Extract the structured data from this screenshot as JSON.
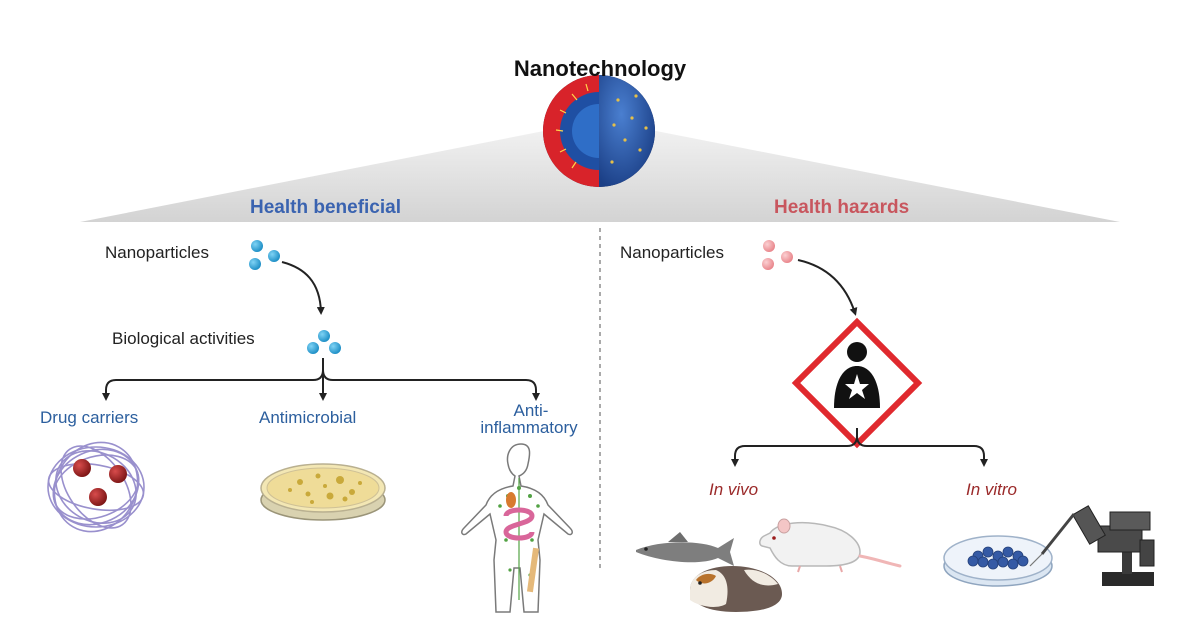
{
  "title": "Nanotechnology",
  "left_section": {
    "heading": "Health beneficial",
    "nanoparticles_label": "Nanoparticles",
    "activities_label": "Biological activities",
    "branches": [
      "Drug carriers",
      "Antimicrobial",
      "Anti-",
      "inflammatory"
    ]
  },
  "right_section": {
    "heading": "Health hazards",
    "nanoparticles_label": "Nanoparticles",
    "branches": [
      "In vivo",
      "In vitro"
    ]
  },
  "colors": {
    "beneficial": "#3a63b0",
    "hazard": "#c8565e",
    "particle_blue": "#2aa3d8",
    "particle_pink": "#f2a0a4",
    "hazard_red": "#e0292e",
    "branch_blue": "#2c5f9e",
    "branch_red": "#9b2a2a"
  },
  "icons": [
    "nanoparticle-sphere-icon",
    "drug-carrier-icon",
    "petri-dish-icon",
    "human-body-icon",
    "health-hazard-pictogram-icon",
    "fish-icon",
    "rat-icon",
    "guinea-pig-icon",
    "cell-culture-dish-icon",
    "micromanipulator-icon"
  ]
}
